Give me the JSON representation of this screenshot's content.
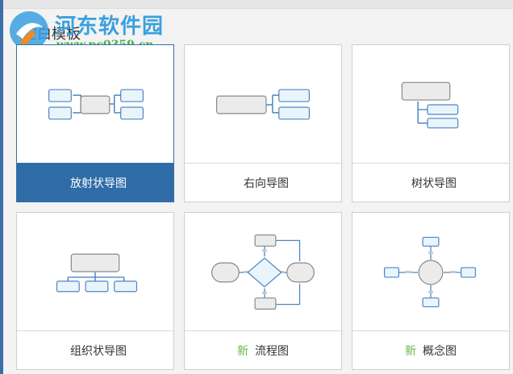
{
  "page": {
    "section_title": "空白模板"
  },
  "watermark": {
    "name": "河东软件园",
    "url": "www.pc0359.cn"
  },
  "templates": [
    {
      "label": "放射状导图",
      "new": "",
      "selected": true
    },
    {
      "label": "右向导图",
      "new": "",
      "selected": false
    },
    {
      "label": "树状导图",
      "new": "",
      "selected": false
    },
    {
      "label": "组织状导图",
      "new": "",
      "selected": false
    },
    {
      "label": "流程图",
      "new": "新",
      "selected": false
    },
    {
      "label": "概念图",
      "new": "新",
      "selected": false
    }
  ],
  "colors": {
    "selected_bg": "#2f6ca8",
    "node_fill": "#ebebeb",
    "node_stroke": "#888888",
    "sub_fill": "#eaf4fb",
    "sub_stroke": "#4a86c5",
    "new_badge": "#67b54a"
  }
}
